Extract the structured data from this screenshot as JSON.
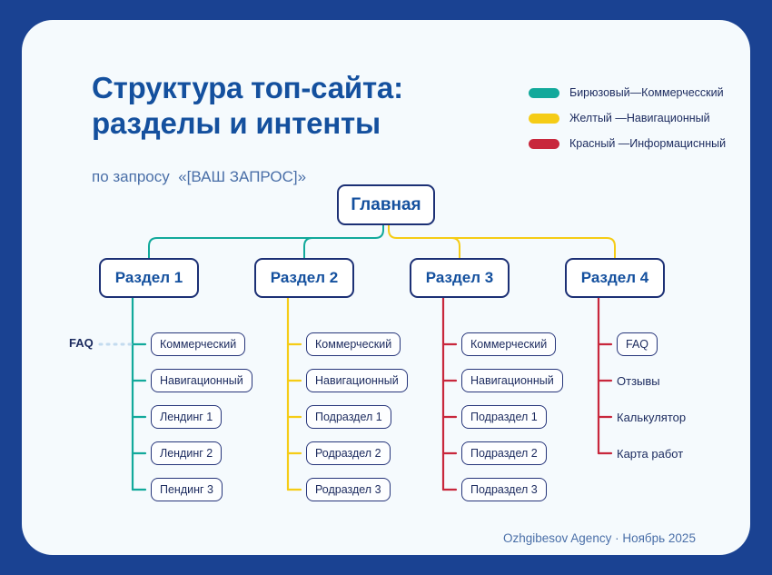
{
  "theme": {
    "frame_color": "#1a4292",
    "card_color": "#f5fafd",
    "title_color": "#14509e",
    "node_border": "#1c3075",
    "teal": "#12a99b",
    "yellow": "#f5cc16",
    "red": "#c8273c",
    "dotted": "#c3dbef"
  },
  "header": {
    "title_line1": "Структура топ-сайта:",
    "title_line2": "разделы и интенты",
    "subtitle": "по запросу  «[ВАШ ЗАПРОС]»"
  },
  "legend": {
    "items": [
      {
        "color": "#12a99b",
        "label": "Бирюзовый—Коммерчесский",
        "swatch_name": "teal-swatch"
      },
      {
        "color": "#f5cc16",
        "label": "Желтый —Навигационный",
        "swatch_name": "yellow-swatch"
      },
      {
        "color": "#c8273c",
        "label": "Красный —Информациснный",
        "swatch_name": "red-swatch"
      }
    ]
  },
  "diagram": {
    "root": {
      "label": "Главная"
    },
    "faq_tag": "FAQ",
    "columns": [
      {
        "section": "Раздел 1",
        "spine_color": "#12a99b",
        "children": [
          {
            "label": "Коммерческий",
            "boxed": true
          },
          {
            "label": "Навигационный",
            "boxed": true
          },
          {
            "label": "Лендинг 1",
            "boxed": true
          },
          {
            "label": "Лендинг 2",
            "boxed": true
          },
          {
            "label": "Пендинг 3",
            "boxed": true
          }
        ]
      },
      {
        "section": "Раздел 2",
        "spine_color": "#f5cc16",
        "children": [
          {
            "label": "Коммерческий",
            "boxed": true
          },
          {
            "label": "Навигационный",
            "boxed": true
          },
          {
            "label": "Подраздел 1",
            "boxed": true
          },
          {
            "label": "Родраздел 2",
            "boxed": true
          },
          {
            "label": "Родраздел 3",
            "boxed": true
          }
        ]
      },
      {
        "section": "Раздел 3",
        "spine_color": "#c8273c",
        "children": [
          {
            "label": "Коммерческий",
            "boxed": true
          },
          {
            "label": "Навигационный",
            "boxed": true
          },
          {
            "label": "Подраздел 1",
            "boxed": true
          },
          {
            "label": "Подраздел 2",
            "boxed": true
          },
          {
            "label": "Подраздел 3",
            "boxed": true
          }
        ]
      },
      {
        "section": "Раздел 4",
        "spine_color": "#c8273c",
        "children": [
          {
            "label": "FAQ",
            "boxed": true
          },
          {
            "label": "Отзывы",
            "boxed": false
          },
          {
            "label": "Калькулятор",
            "boxed": false
          },
          {
            "label": "Карта работ",
            "boxed": false
          }
        ]
      }
    ]
  },
  "footer": {
    "credit": "Ozhgibesov Agency · Ноябрь 2025"
  }
}
